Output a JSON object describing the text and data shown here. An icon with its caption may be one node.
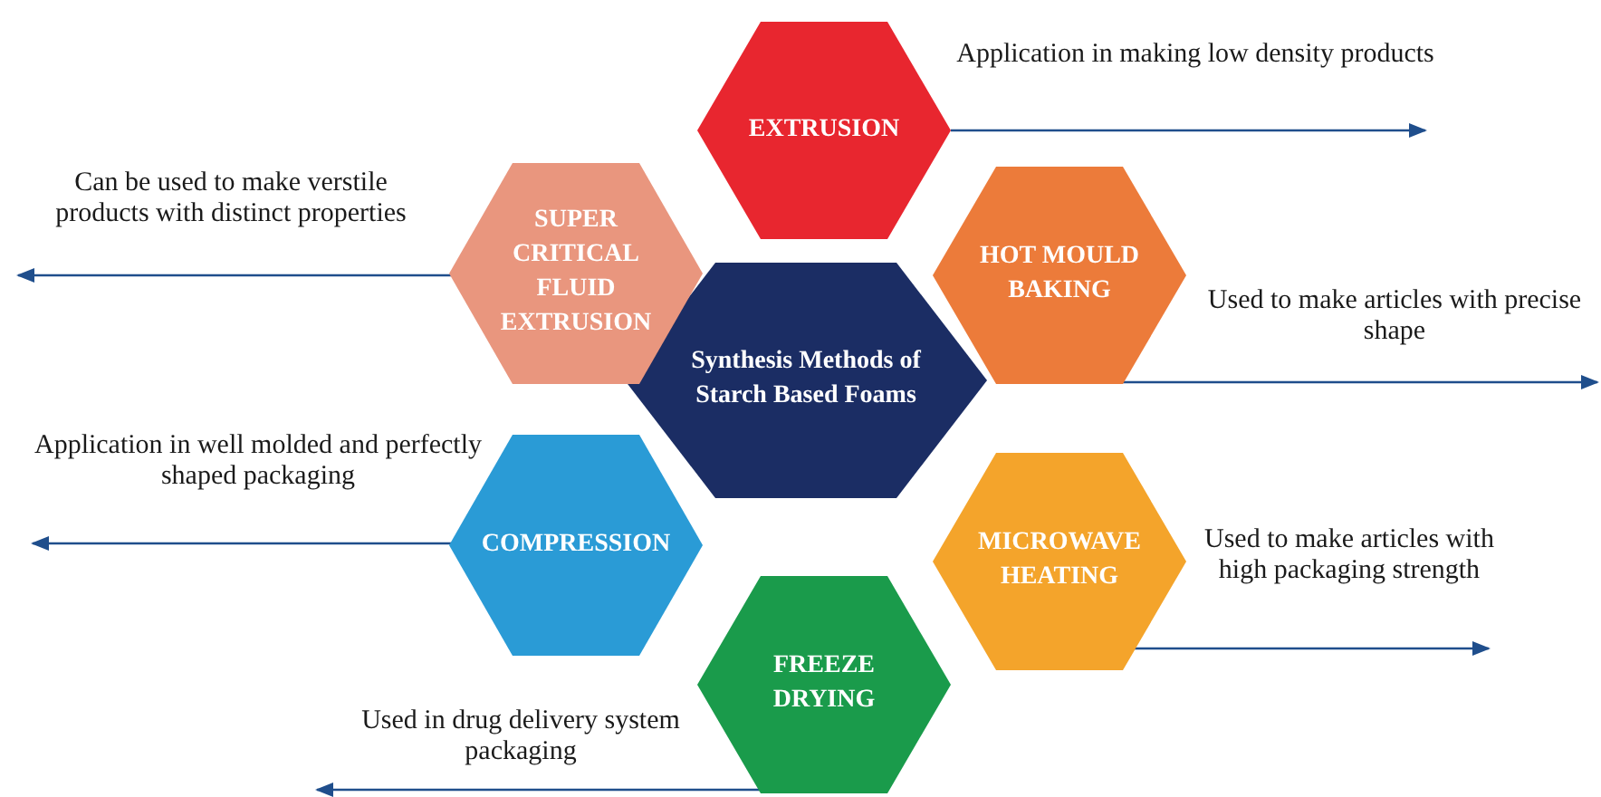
{
  "diagram": {
    "nodes": [
      {
        "text": [
          "Synthesis Methods of Starch Based Foams"
        ]
      },
      {
        "text": [
          "EXTRUSION"
        ],
        "beside": [
          "Application in making low density products"
        ]
      },
      {
        "text": [
          "HOT MOULD BAKING"
        ],
        "beside": [
          "Used to make articles with precise shape"
        ]
      },
      {
        "text": [
          "MICROWAVE HEATING"
        ],
        "beside": [
          "Used to make articles with high packaging strength"
        ]
      },
      {
        "text": [
          "FREEZE DRYING"
        ],
        "beside": [
          "Used in drug delivery system packaging"
        ]
      },
      {
        "text": [
          "COMPRESSION"
        ],
        "beside": [
          "Application in well molded and perfectly shaped packaging"
        ]
      },
      {
        "text": [
          "SUPER CRITICAL FLUID EXTRUSION"
        ],
        "beside": [
          "Can be used to make verstile products with distinct properties"
        ]
      }
    ],
    "edges": [
      {
        "from": 1,
        "to": null,
        "arrow": "to"
      },
      {
        "from": 2,
        "to": null,
        "arrow": "to"
      },
      {
        "from": 3,
        "to": null,
        "arrow": "to"
      },
      {
        "from": 4,
        "to": null,
        "arrow": "to"
      },
      {
        "from": 5,
        "to": null,
        "arrow": "to"
      },
      {
        "from": 6,
        "to": null,
        "arrow": "to"
      }
    ]
  }
}
